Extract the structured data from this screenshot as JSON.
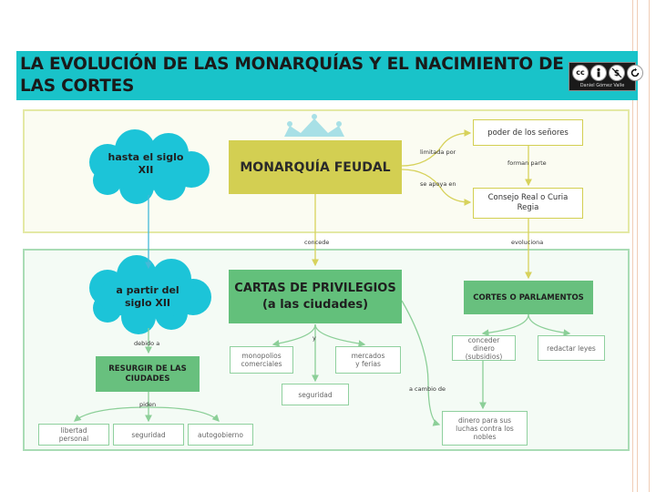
{
  "header": {
    "title": "LA EVOLUCIÓN DE LAS MONARQUÍAS Y EL NACIMIENTO DE LAS CORTES",
    "license_author": "Daniel Gómez Valle",
    "license_icons": [
      "cc",
      "by",
      "nc",
      "sa"
    ]
  },
  "colors": {
    "banner": "#19c3c9",
    "feudal": "#d3cf52",
    "cartas": "#63c07b",
    "cloud": "#1cc4d8",
    "arrow_yellow": "#d7d25c",
    "arrow_green": "#8ccf98",
    "arrow_blue": "#45b9d8"
  },
  "top": {
    "cloud": "hasta el siglo XII",
    "feudal": "MONARQUÍA FEUDAL",
    "limitada_por": "limitada por",
    "poder": "poder de los señores",
    "forman_parte": "forman parte",
    "se_apoya_en": "se apoya en",
    "consejo": "Consejo Real o Curia Regia"
  },
  "links": {
    "concede": "concede",
    "evoluciona": "evoluciona"
  },
  "bottom": {
    "cloud": "a partir del siglo XII",
    "debido_a": "debido a",
    "resurgir": "RESURGIR DE LAS CIUDADES",
    "piden": "piden",
    "libertad": "libertad personal",
    "seguridad_1": "seguridad",
    "autogobierno": "autogobierno",
    "cartas_line1": "CARTAS DE PRIVILEGIOS",
    "cartas_line2": "(a las ciudades)",
    "y": "y",
    "monopolios": "monopolios comerciales",
    "mercados": "mercados y ferias",
    "seguridad_2": "seguridad",
    "a_cambio_de": "a cambio de",
    "cortes": "CORTES O PARLAMENTOS",
    "conceder": "conceder dinero (subsidios)",
    "redactar": "redactar leyes",
    "dinero": "dinero para sus luchas contra los nobles"
  }
}
